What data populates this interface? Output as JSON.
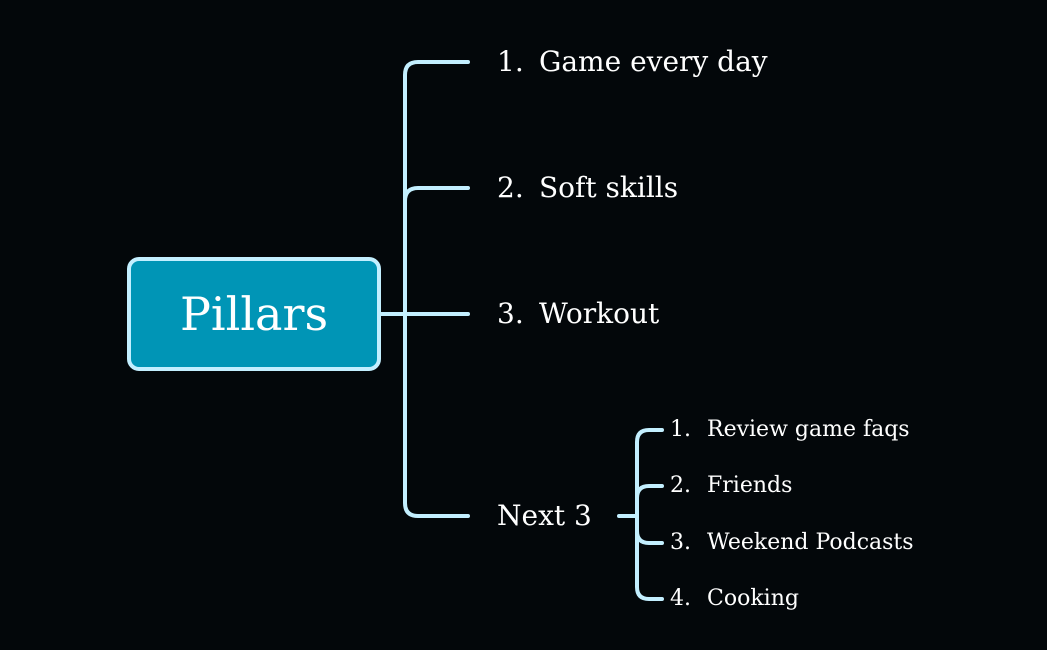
{
  "root": {
    "label": "Pillars"
  },
  "branches": [
    {
      "num": "1.",
      "label": "Game every day"
    },
    {
      "num": "2.",
      "label": "Soft skills"
    },
    {
      "num": "3.",
      "label": "Workout"
    },
    {
      "num": "",
      "label": "Next 3"
    }
  ],
  "sub_branches": [
    {
      "num": "1.",
      "label": "Review game faqs"
    },
    {
      "num": "2.",
      "label": "Friends"
    },
    {
      "num": "3.",
      "label": "Weekend Podcasts"
    },
    {
      "num": "4.",
      "label": "Cooking"
    }
  ],
  "colors": {
    "background": "#03070a",
    "root_fill": "#0095b6",
    "line": "#c3efff",
    "text": "#ffffff"
  }
}
